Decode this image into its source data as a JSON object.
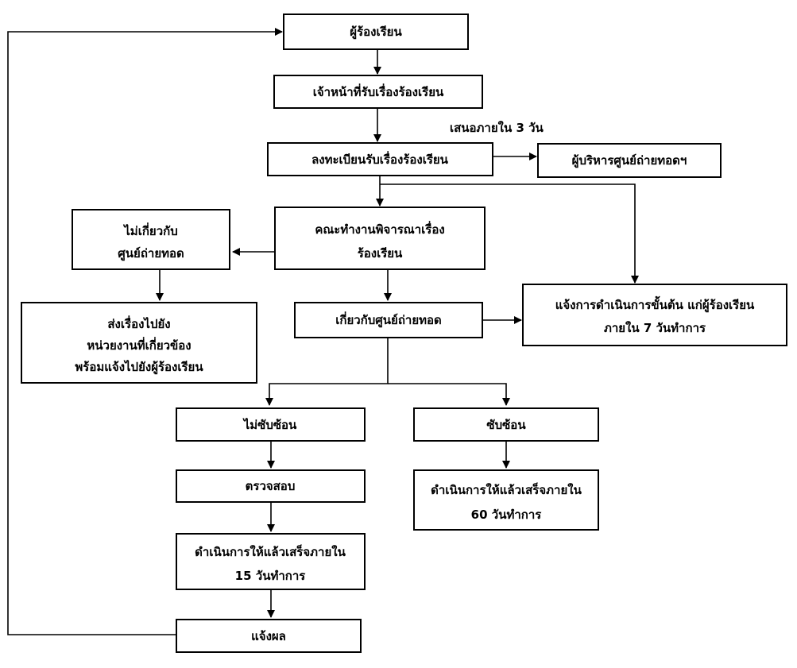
{
  "nodes": {
    "complainant": "ผู้ร้องเรียน",
    "receiving_officer": "เจ้าหน้าที่รับเรื่องร้องเรียน",
    "register": "ลงทะเบียนรับเรื่องร้องเรียน",
    "center_director": "ผู้บริหารศูนย์ถ่ายทอดฯ",
    "not_related": [
      "ไม่เกี่ยวกับ",
      "ศูนย์ถ่ายทอด"
    ],
    "working_group": [
      "คณะทำงานพิจารณาเรื่อง",
      "ร้องเรียน"
    ],
    "forward": [
      "ส่งเรื่องไปยัง",
      "หน่วยงานที่เกี่ยวข้อง",
      "พร้อมแจ้งไปยังผู้ร้องเรียน"
    ],
    "related": "เกี่ยวกับศูนย์ถ่ายทอด",
    "initial_notice": [
      "แจ้งการดำเนินการขั้นต้น แก่ผู้ร้องเรียน",
      "ภายใน 7 วันทำการ"
    ],
    "not_overlapping": "ไม่ซับซ้อน",
    "overlapping": "ซับซ้อน",
    "inspect": "ตรวจสอบ",
    "complete_15": [
      "ดำเนินการให้แล้วเสร็จภายใน",
      "15 วันทำการ"
    ],
    "complete_60": [
      "ดำเนินการให้แล้วเสร็จภายใน",
      "60 วันทำการ"
    ],
    "notify_result": "แจ้งผล"
  },
  "labels": {
    "submit_within": "เสนอภายใน 3 วัน"
  }
}
